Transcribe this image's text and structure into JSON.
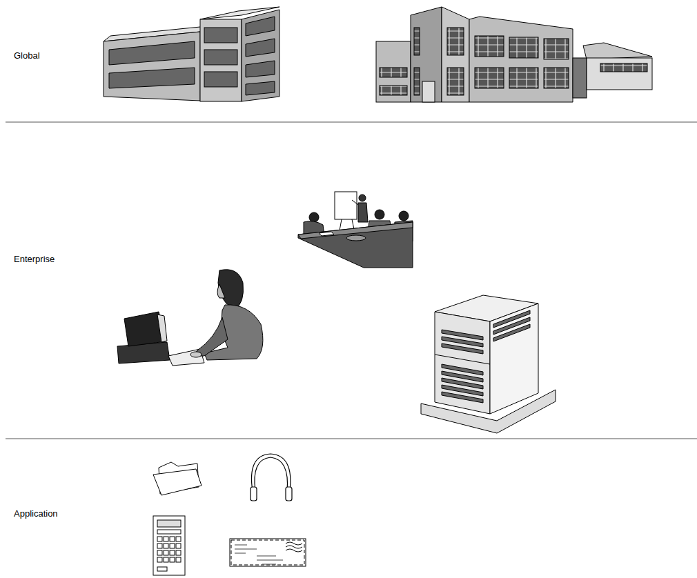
{
  "diagram": {
    "labels": [
      "Global",
      "Enterprise",
      "Application"
    ]
  }
}
